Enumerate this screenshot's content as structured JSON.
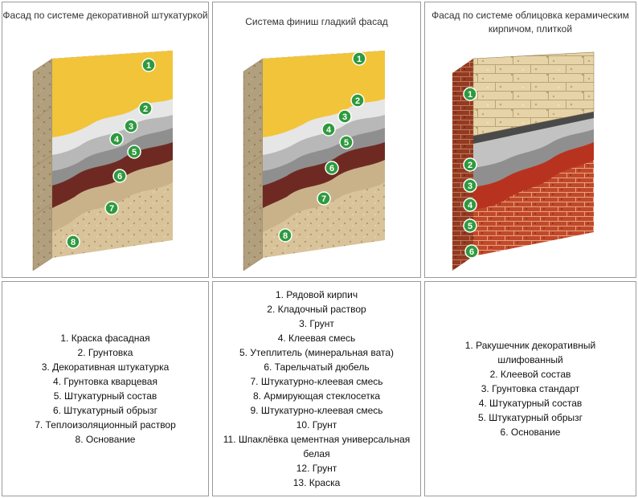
{
  "columns": [
    {
      "title": "Фасад по системе декоративной штукатуркой",
      "layers": [
        "1. Краска фасадная",
        "2. Грунтовка",
        "3. Декоративная штукатурка",
        "4. Грунтовка кварцевая",
        "5. Штукатурный состав",
        "6. Штукатурный обрызг",
        "7. Теплоизоляционный раствор",
        "8. Основание"
      ],
      "markers": [
        "1",
        "2",
        "3",
        "4",
        "5",
        "6",
        "7",
        "8"
      ]
    },
    {
      "title": "Система финиш гладкий фасад",
      "layers": [
        "1. Рядовой кирпич",
        "2. Кладочный раствор",
        "3. Грунт",
        "4. Клеевая смесь",
        "5. Утеплитель (минеральная вата)",
        "6. Тарельчатый дюбель",
        "7. Штукатурно-клеевая смесь",
        "8. Армирующая стеклосетка",
        "9. Штукатурно-клеевая смесь",
        "10. Грунт",
        "11. Шпаклёвка цементная универсальная белая",
        "12. Грунт",
        "13. Краска"
      ],
      "markers": [
        "1",
        "2",
        "3",
        "4",
        "5",
        "6",
        "7",
        "8"
      ]
    },
    {
      "title": "Фасад по системе облицовка керамическим кирпичом, плиткой",
      "layers": [
        "1. Ракушечник декоративный шлифованный",
        "2. Клеевой состав",
        "3. Грунтовка стандарт",
        "4. Штукатурный состав",
        "5. Штукатурный обрызг",
        "6. Основание"
      ],
      "markers": [
        "1",
        "2",
        "3",
        "4",
        "5",
        "6"
      ]
    }
  ],
  "colors": {
    "marker_fill": "#2e9a3e",
    "marker_text": "#ffffff",
    "yellow_paint": "#f2c43a",
    "grey_primer": "#c9c9c9",
    "dark_grey": "#8f8f8f",
    "maroon": "#6e2a22",
    "stone": "#d8c39a",
    "brick": "#c0492a",
    "border": "#9a9a9a"
  }
}
